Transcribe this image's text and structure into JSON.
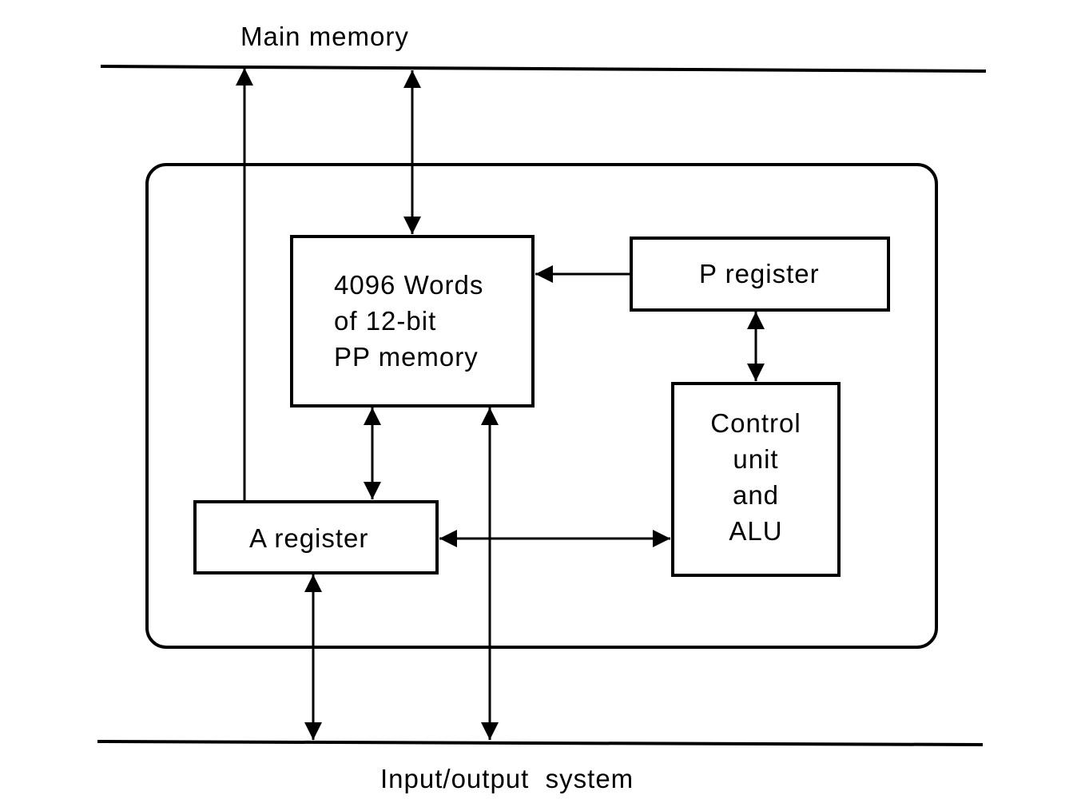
{
  "buses": {
    "main_memory": "Main memory",
    "io_system": "Input/output  system"
  },
  "blocks": {
    "pp_memory": {
      "lines": [
        "4096 Words",
        "of 12-bit",
        "PP memory"
      ]
    },
    "p_register": "P register",
    "a_register": "A register",
    "control_unit": {
      "lines": [
        "Control",
        "unit",
        "and",
        "ALU"
      ]
    }
  },
  "colors": {
    "ink": "#000000",
    "background": "#ffffff"
  }
}
